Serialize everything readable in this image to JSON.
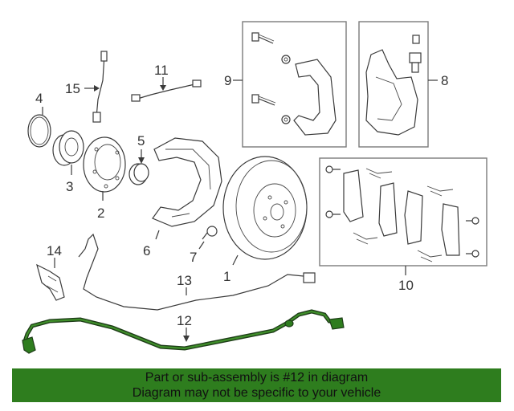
{
  "callouts": {
    "c1": "1",
    "c2": "2",
    "c3": "3",
    "c4": "4",
    "c5": "5",
    "c6": "6",
    "c7": "7",
    "c8": "8",
    "c9": "9",
    "c10": "10",
    "c11": "11",
    "c12": "12",
    "c13": "13",
    "c14": "14",
    "c15": "15"
  },
  "highlight": {
    "part": "12",
    "color": "#2e7d1e"
  },
  "banner": {
    "line1": "Part or sub-assembly is #12 in diagram",
    "line2": "Diagram may not be specific to your vehicle"
  }
}
